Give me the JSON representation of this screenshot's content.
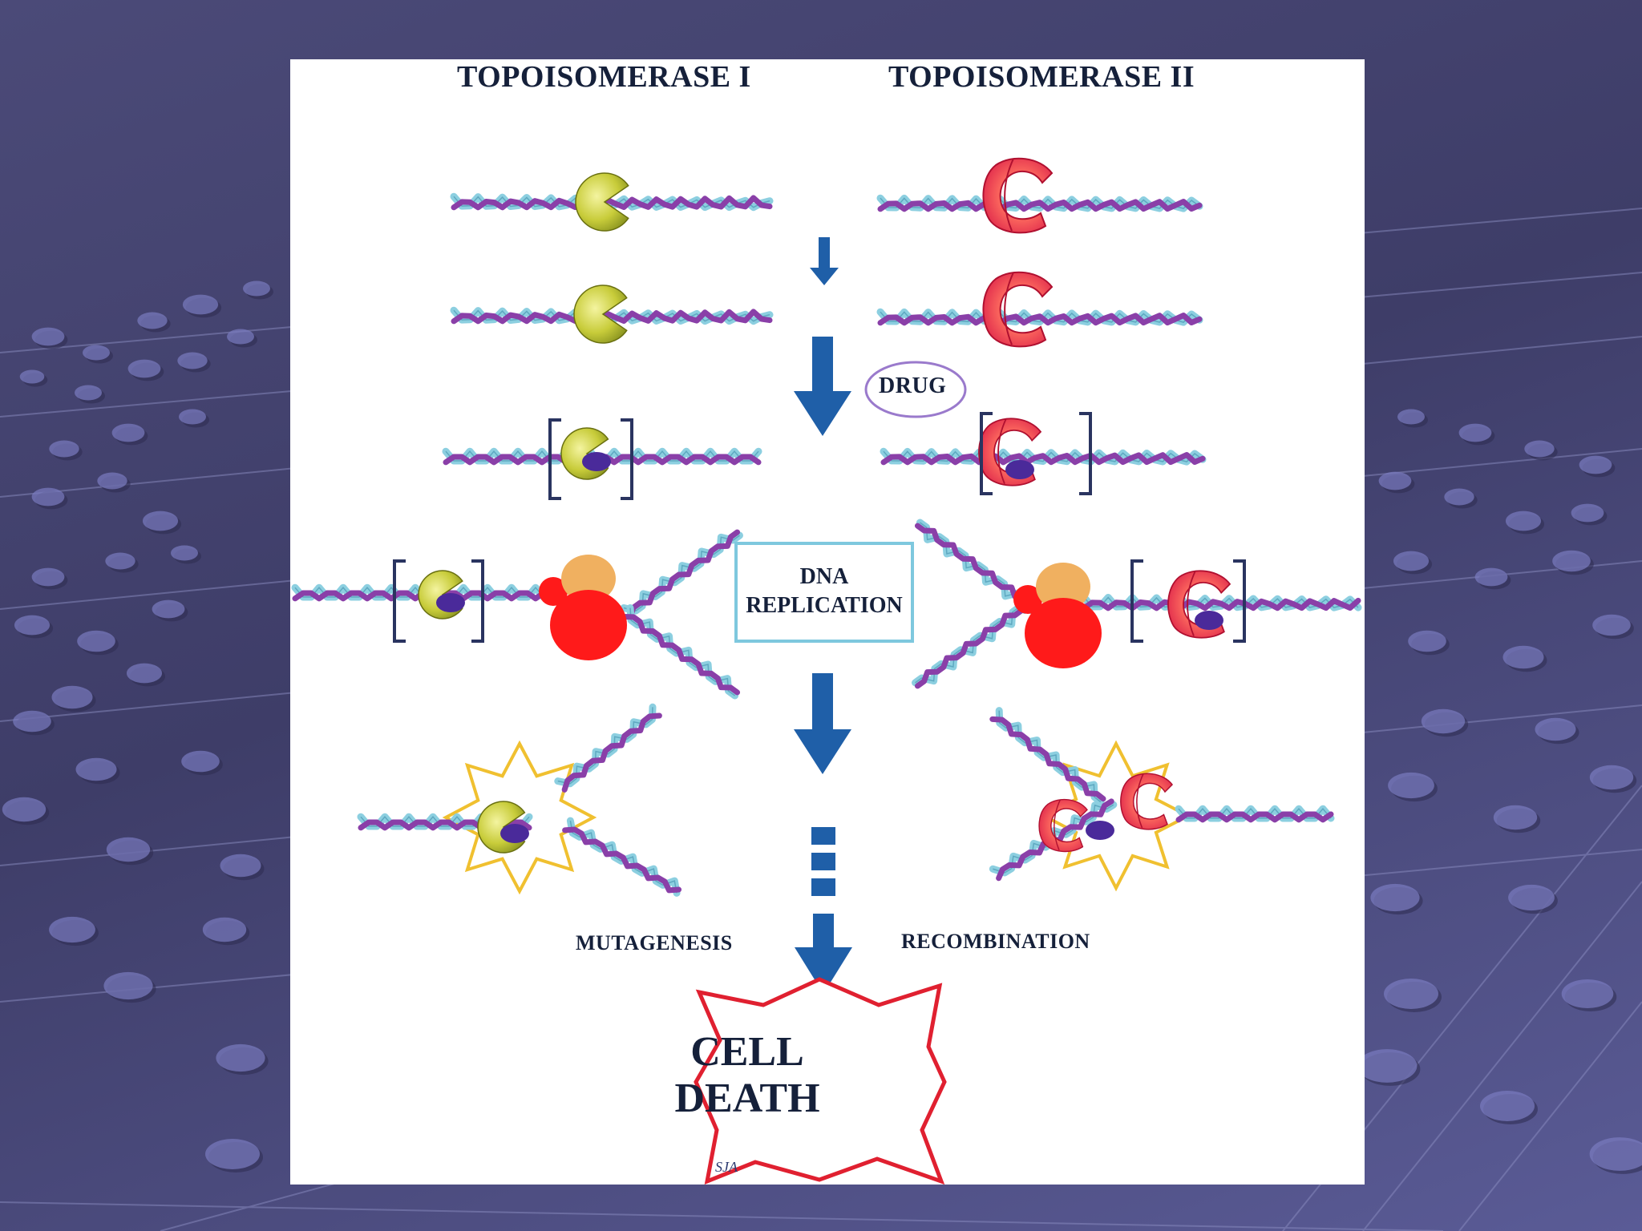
{
  "labels": {
    "topo1": "TOPOISOMERASE I",
    "topo2": "TOPOISOMERASE II",
    "drug": "DRUG",
    "dna_replication_line1": "DNA",
    "dna_replication_line2": "REPLICATION",
    "mutagenesis": "MUTAGENESIS",
    "recombination": "RECOMBINATION",
    "cell_death_line1": "CELL",
    "cell_death_line2": "DEATH",
    "signature": "SJA"
  },
  "colors": {
    "strand_purple": "#8a3fa8",
    "strand_cyan": "#8ccfe0",
    "enzyme1_yellow": "#c8cc3a",
    "enzyme2_red": "#e02a4c",
    "drug_purple": "#4a2a9a",
    "arrow_blue": "#1f5fa8",
    "bracket_navy": "#2a3460",
    "polymerase_red": "#ff1a1a",
    "polymerase_orange": "#f0b060",
    "starburst_gold": "#f0c030",
    "death_red": "#e02030"
  }
}
